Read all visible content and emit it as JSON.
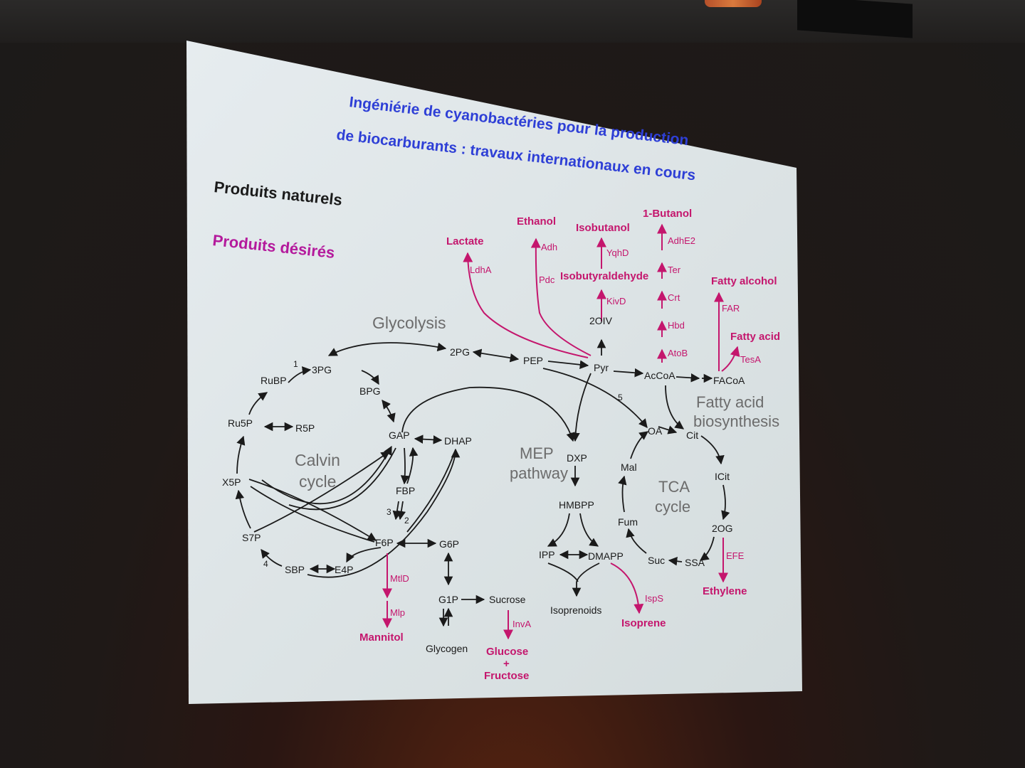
{
  "colors": {
    "title": "#2e3fd6",
    "natural": "#1b1b1b",
    "desired": "#b41a9c",
    "pathway_product": "#c4166d",
    "screen": "#dde4e6"
  },
  "title": {
    "line1": "Ingéniérie de cyanobactéries pour la production",
    "line2": "de  biocarburants : travaux internationaux en cours"
  },
  "legend": {
    "natural": "Produits naturels",
    "desired": "Produits désirés"
  },
  "pathways": {
    "glycolysis": "Glycolysis",
    "calvin_1": "Calvin",
    "calvin_2": "cycle",
    "mep_1": "MEP",
    "mep_2": "pathway",
    "tca_1": "TCA",
    "tca_2": "cycle",
    "fatty_1": "Fatty acid",
    "fatty_2": "biosynthesis"
  },
  "metabolites": {
    "rubp": "RuBP",
    "pg3": "3PG",
    "bpg": "BPG",
    "ru5p": "Ru5P",
    "r5p": "R5P",
    "x5p": "X5P",
    "s7p": "S7P",
    "sbp": "SBP",
    "e4p": "E4P",
    "gap": "GAP",
    "dhap": "DHAP",
    "fbp": "FBP",
    "f6p": "F6P",
    "g6p": "G6P",
    "g1p": "G1P",
    "sucrose": "Sucrose",
    "glycogen": "Glycogen",
    "pg2": "2PG",
    "pep": "PEP",
    "pyr": "Pyr",
    "acoa": "AcCoA",
    "facoa": "FACoA",
    "oiv": "2OIV",
    "dxp": "DXP",
    "hmbpp": "HMBPP",
    "ipp": "IPP",
    "dmapp": "DMAPP",
    "isoprenoids": "Isoprenoids",
    "oa": "OA",
    "cit": "Cit",
    "icit": "ICit",
    "og2": "2OG",
    "ssa": "SSA",
    "suc": "Suc",
    "fum": "Fum",
    "mal": "Mal"
  },
  "numbers": {
    "n1": "1",
    "n2": "2",
    "n3": "3",
    "n4": "4",
    "n5": "5"
  },
  "enzymes": {
    "ldha": "LdhA",
    "adh": "Adh",
    "pdc": "Pdc",
    "yqhd": "YqhD",
    "kivd": "KivD",
    "adhe2": "AdhE2",
    "ter": "Ter",
    "crt": "Crt",
    "hbd": "Hbd",
    "atob": "AtoB",
    "far": "FAR",
    "tesa": "TesA",
    "mtld": "MtlD",
    "mlp": "Mlp",
    "inva": "InvA",
    "isps": "IspS",
    "efe": "EFE"
  },
  "products": {
    "lactate": "Lactate",
    "ethanol": "Ethanol",
    "isobutanol": "Isobutanol",
    "isobutyraldehyde": "Isobutyraldehyde",
    "butanol": "1-Butanol",
    "fatty_alcohol": "Fatty alcohol",
    "fatty_acid": "Fatty acid",
    "mannitol": "Mannitol",
    "glucose": "Glucose",
    "plus": "+",
    "fructose": "Fructose",
    "isoprene": "Isoprene",
    "ethylene": "Ethylene"
  }
}
